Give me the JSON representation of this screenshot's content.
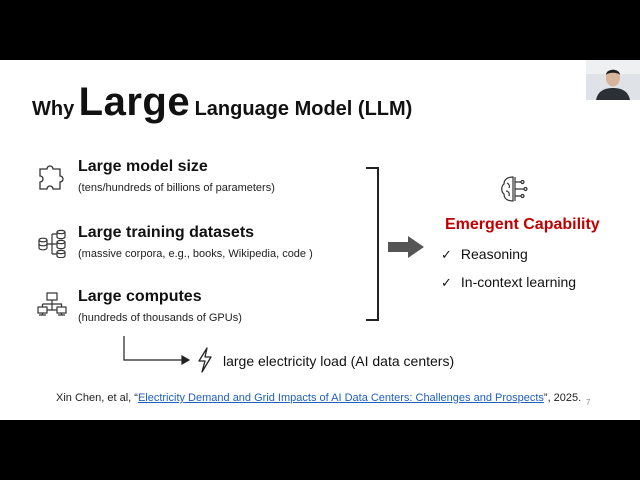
{
  "slide": {
    "title": {
      "prefix": "Why",
      "emphasis": "Large",
      "suffix": "Language Model (LLM)"
    },
    "features": [
      {
        "icon": "puzzle-icon",
        "heading": "Large model size",
        "detail": "(tens/hundreds of billions of parameters)"
      },
      {
        "icon": "database-icon",
        "heading": "Large training datasets",
        "detail": "(massive corpora, e.g., books, Wikipedia, code )"
      },
      {
        "icon": "network-computers-icon",
        "heading": "Large computes",
        "detail": "(hundreds of thousands of GPUs)"
      }
    ],
    "outcome": {
      "icon": "brain-circuit-icon",
      "title": "Emergent Capability",
      "title_color": "#c00000",
      "items": [
        "Reasoning",
        "In-context learning"
      ]
    },
    "electricity": {
      "icon": "lightning-icon",
      "text": "large electricity load (AI data centers)"
    },
    "citation": {
      "before": "Xin Chen, et al, “",
      "link_text": "Electricity Demand and Grid Impacts of AI Data Centers: Challenges and Prospects",
      "after": "”, 2025."
    },
    "page_number": "7"
  },
  "colors": {
    "accent": "#c00000",
    "link": "#1f5fbf",
    "background": "#ffffff",
    "letterbox": "#000000"
  }
}
